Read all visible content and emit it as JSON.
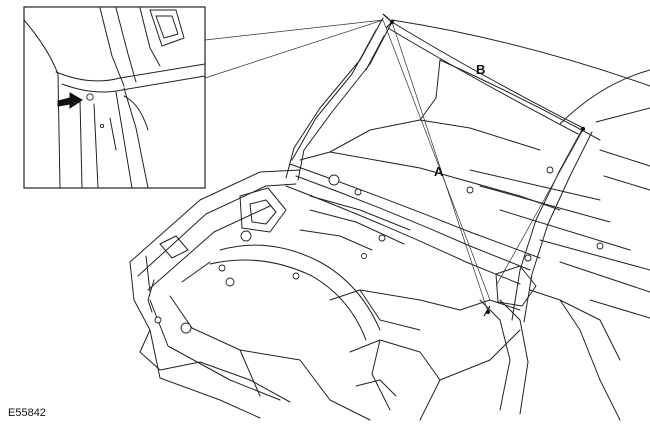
{
  "figure": {
    "figure_id": "E55842",
    "callouts": {
      "a": "A",
      "b": "B"
    }
  },
  "icons": {
    "detail_arrow": "arrow-right-icon",
    "detail_locator": "circle-marker-icon"
  }
}
